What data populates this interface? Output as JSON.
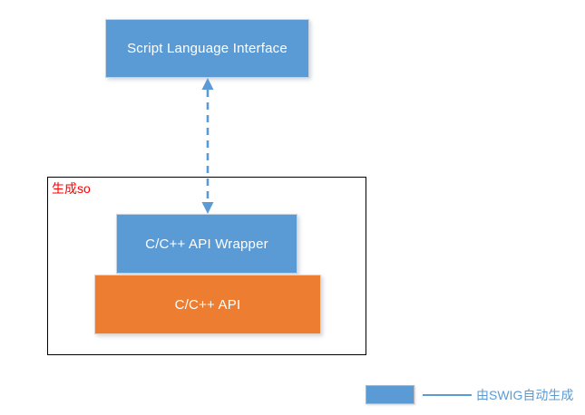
{
  "colors": {
    "blue": "#5B9BD5",
    "orange": "#ED7D31",
    "red": "#FF0000",
    "box_text": "#FFFFFF",
    "container_border": "#000000"
  },
  "nodes": {
    "script_interface": {
      "label": "Script Language Interface"
    },
    "api_wrapper": {
      "label": "C/C++ API Wrapper"
    },
    "c_api": {
      "label": "C/C++ API"
    }
  },
  "container": {
    "label": "生成so"
  },
  "connector": {
    "style": "dashed",
    "heads": "both-ends"
  },
  "legend": {
    "label": "由SWIG自动生成"
  }
}
